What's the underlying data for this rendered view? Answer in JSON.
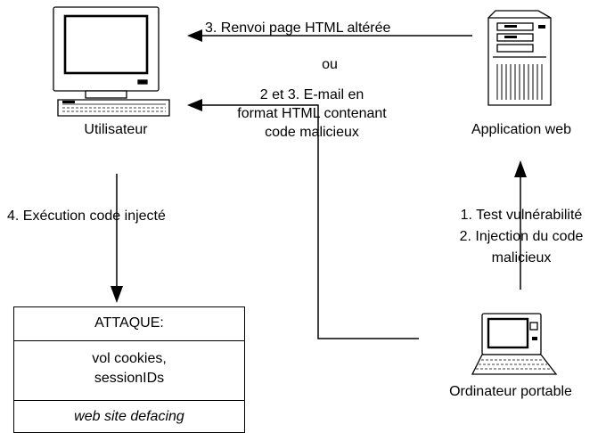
{
  "nodes": {
    "user": {
      "label": "Utilisateur",
      "icon": "desktop-computer-icon"
    },
    "webapp": {
      "label": "Application web",
      "icon": "server-tower-icon"
    },
    "laptop": {
      "label": "Ordinateur portable",
      "icon": "laptop-icon"
    }
  },
  "arrows": {
    "renvoi": "3. Renvoi page HTML altérée",
    "ou": "ou",
    "email": [
      "2 et 3. E-mail en",
      "format HTML contenant",
      "code malicieux"
    ],
    "execution": "4. Exécution code injecté",
    "test": [
      "1. Test vulnérabilité",
      "2. Injection du code",
      "malicieux"
    ]
  },
  "attack": {
    "header": "ATTAQUE:",
    "items": [
      "vol cookies,",
      "sessionIDs"
    ],
    "defacing": "web site defacing"
  }
}
